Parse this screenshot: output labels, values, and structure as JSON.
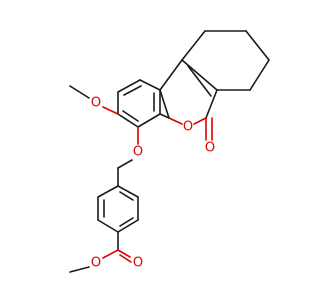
{
  "structure": {
    "atoms": [
      {
        "id": "o_methoxy",
        "symbol": "O",
        "color": "#e00000"
      },
      {
        "id": "o_ether",
        "symbol": "O",
        "color": "#e00000"
      },
      {
        "id": "o_ring",
        "symbol": "O",
        "color": "#e00000"
      },
      {
        "id": "o_lactone_carbonyl",
        "symbol": "O",
        "color": "#e00000"
      },
      {
        "id": "o_ester_carbonyl",
        "symbol": "O",
        "color": "#e00000"
      },
      {
        "id": "o_ester_methoxy",
        "symbol": "O",
        "color": "#e00000"
      }
    ],
    "bond_color": "#1a1a1a"
  }
}
